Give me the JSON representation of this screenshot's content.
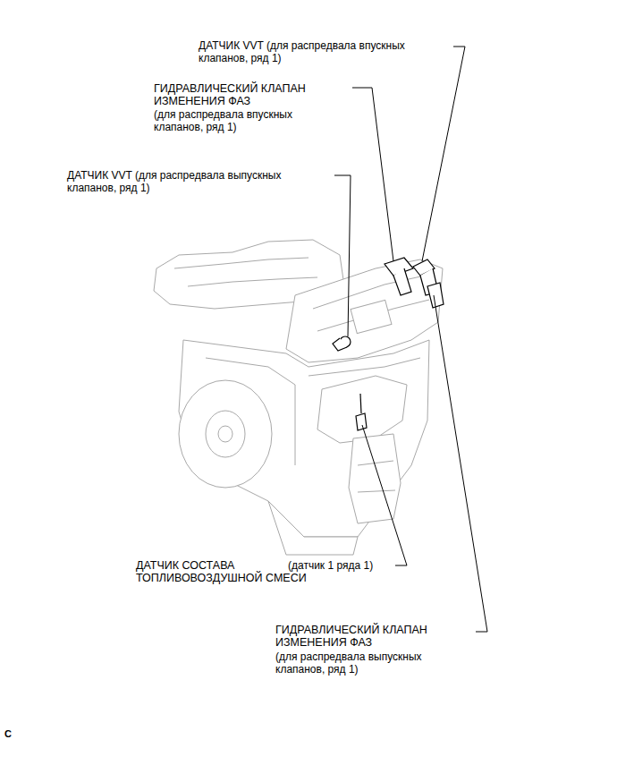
{
  "diagram": {
    "labels": [
      "ДАТЧИК VVT (для распредвала впускных клапанов, ряд 1)",
      "ГИДРАВЛИЧЕСКИЙ КЛАПАН ИЗМЕНЕНИЯ ФАЗ",
      "(для распредвала впускных клапанов, ряд 1)",
      "ДАТЧИК VVT (для распредвала выпускных клапанов, ряд 1)",
      "ДАТЧИК СОСТАВА ТОПЛИВОВОЗДУШНОЙ СМЕСИ",
      "(датчик 1 ряда 1)",
      "ГИДРАВЛИЧЕСКИЙ КЛАПАН ИЗМЕНЕНИЯ ФАЗ",
      "(для распредвала выпускных клапанов, ряд 1)",
      "C"
    ]
  }
}
